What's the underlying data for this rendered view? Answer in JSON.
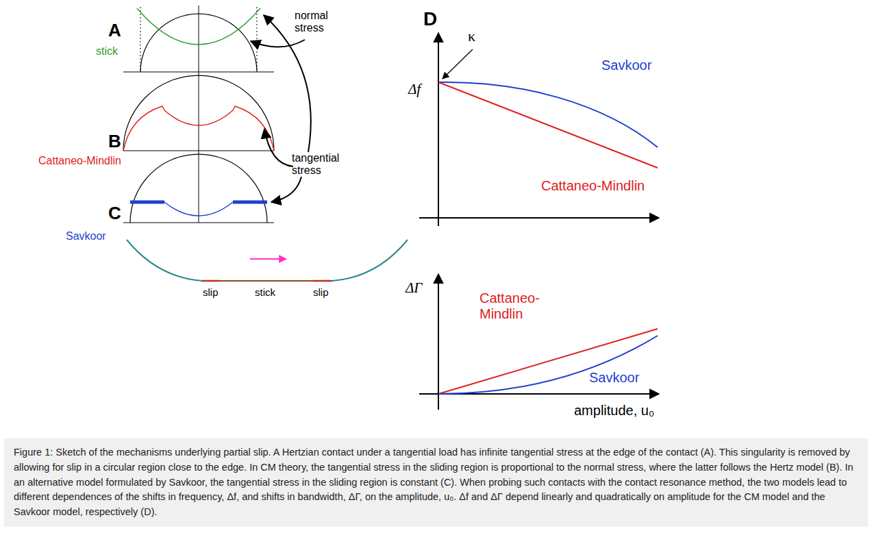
{
  "diagram": {
    "caption": "Figure 1: Sketch of the mechanisms underlying partial slip. A Hertzian contact under a tangential load has infinite tangential stress at the edge of the contact (A). This singularity is removed by allowing for slip in a circular region close to the edge. In CM theory, the tangential stress in the sliding region is proportional to the normal stress, where the latter follows the Hertz model (B). In an alternative model formulated by Savkoor, the tangential stress in the sliding region is constant (C). When probing such contacts with the contact resonance method, the two models lead to different dependences of the shifts in frequency, Δf, and shifts in bandwidth, ΔΓ, on the amplitude, u₀. Δf and ΔΓ depend linearly and quadratically on amplitude for the CM model and the Savkoor model, respectively (D).",
    "labels": [
      "A",
      "normal stress",
      "stick",
      "B",
      "tangential stress",
      "Cattaneo-Mindlin",
      "C",
      "Savkoor",
      "slip",
      "stick",
      "slip",
      "D",
      "κ",
      "Δf",
      "Savkoor",
      "Cattaneo-Mindlin",
      "ΔΓ",
      "Cattaneo- Mindlin",
      "Savkoor",
      "amplitude, u₀"
    ]
  }
}
